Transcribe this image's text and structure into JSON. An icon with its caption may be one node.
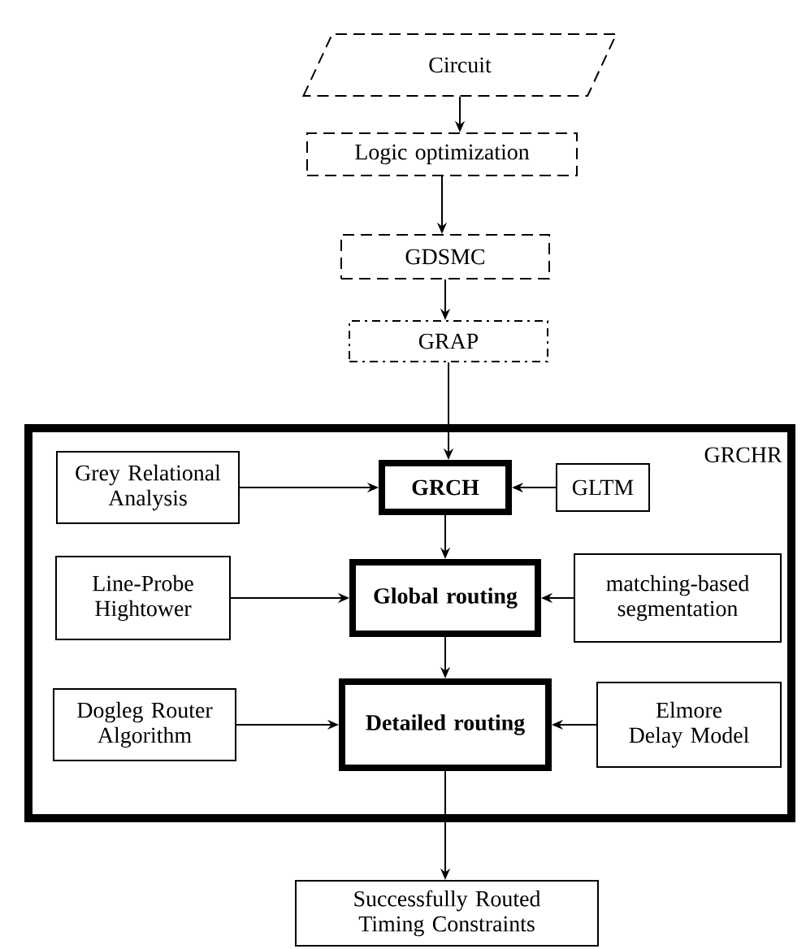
{
  "diagram": {
    "nodes": [
      {
        "text": [
          "Circuit"
        ]
      },
      {
        "text": [
          "Logic optimization"
        ]
      },
      {
        "text": [
          "GDSMC"
        ]
      },
      {
        "text": [
          "GRAP"
        ]
      },
      {
        "text": [
          "GRCHR"
        ]
      },
      {
        "text": [
          "Grey Relational Analysis"
        ],
        "in": 4
      },
      {
        "text": [
          "GRCH"
        ],
        "in": 4
      },
      {
        "text": [
          "GLTM"
        ],
        "in": 4
      },
      {
        "text": [
          "Line-Probe Hightower"
        ],
        "in": 4
      },
      {
        "text": [
          "Global routing"
        ],
        "in": 4
      },
      {
        "text": [
          "matching-based segmentation"
        ],
        "in": 4
      },
      {
        "text": [
          "Dogleg Router Algorithm"
        ],
        "in": 4
      },
      {
        "text": [
          "Detailed routing"
        ],
        "in": 4
      },
      {
        "text": [
          "Elmore Delay Model"
        ],
        "in": 4
      },
      {
        "text": [
          "Successfully Routed Timing Constraints"
        ]
      }
    ],
    "edges": [
      {
        "from": 0,
        "to": 1,
        "arrow": "to"
      },
      {
        "from": 1,
        "to": 2,
        "arrow": "to"
      },
      {
        "from": 2,
        "to": 3,
        "arrow": "to"
      },
      {
        "from": 3,
        "to": 6,
        "arrow": "to"
      },
      {
        "from": 5,
        "to": 6,
        "arrow": "to"
      },
      {
        "from": 7,
        "to": 6,
        "arrow": "to"
      },
      {
        "from": 6,
        "to": 9,
        "arrow": "to"
      },
      {
        "from": 8,
        "to": 9,
        "arrow": "to"
      },
      {
        "from": 10,
        "to": 9,
        "arrow": "to"
      },
      {
        "from": 9,
        "to": 12,
        "arrow": "to"
      },
      {
        "from": 11,
        "to": 12,
        "arrow": "to"
      },
      {
        "from": 13,
        "to": 12,
        "arrow": "to"
      },
      {
        "from": 12,
        "to": 14,
        "arrow": "to"
      }
    ]
  }
}
